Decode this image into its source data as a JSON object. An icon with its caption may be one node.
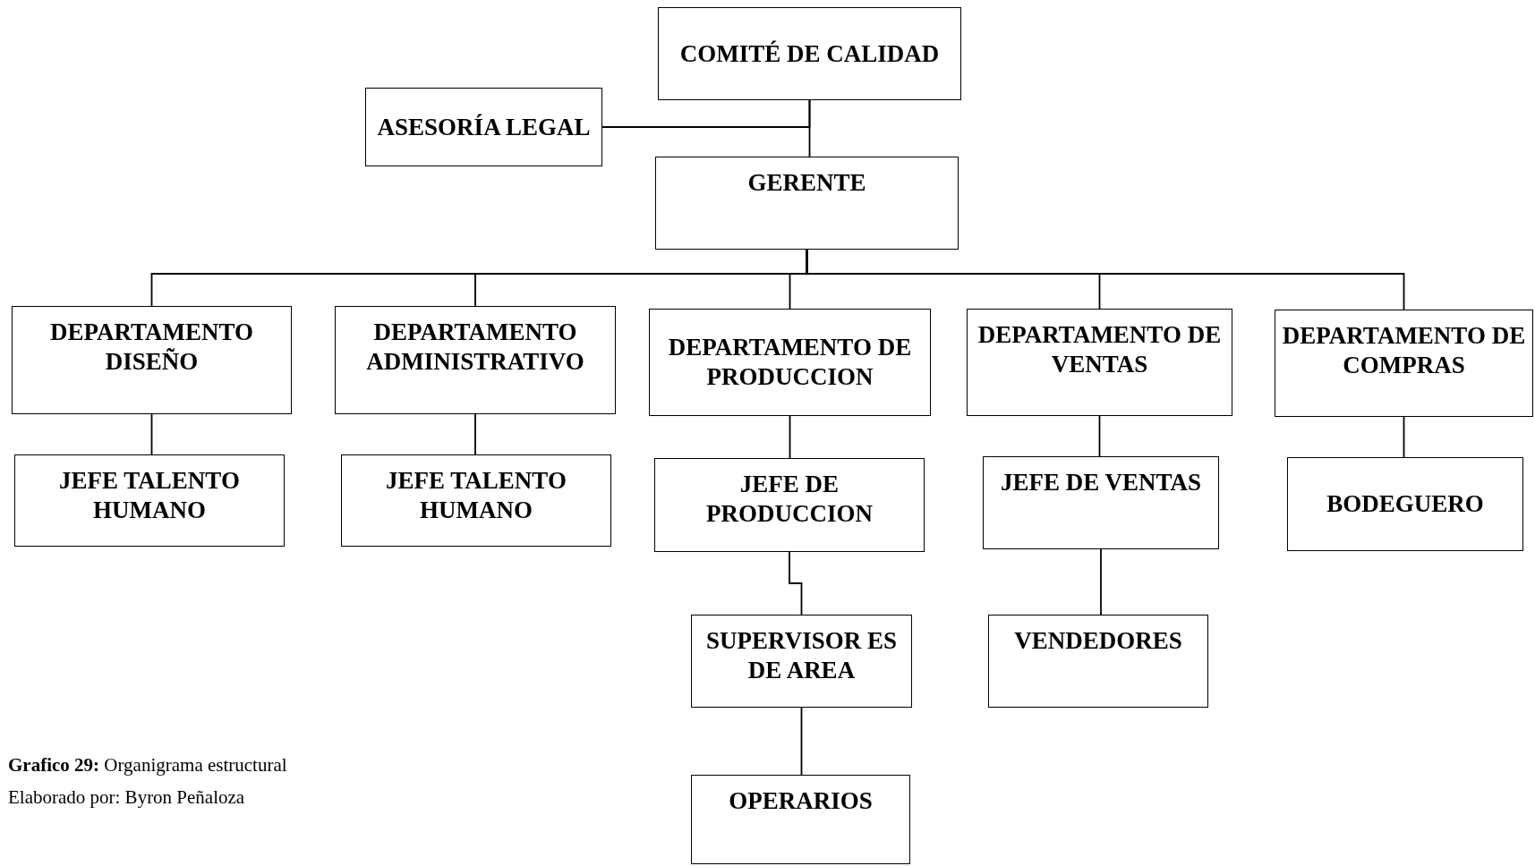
{
  "diagram": {
    "caption": "**Grafico 29:** Organigrama estructural",
    "nodes": [
      {
        "text": [
          "COMITÉ DE CALIDAD"
        ]
      },
      {
        "text": [
          "ASESORÍA LEGAL"
        ]
      },
      {
        "text": [
          "GERENTE"
        ]
      },
      {
        "text": [
          "DEPARTAMENTO DISEÑO"
        ]
      },
      {
        "text": [
          "DEPARTAMENTO ADMINISTRATIVO"
        ]
      },
      {
        "text": [
          "DEPARTAMENTO DE PRODUCCION"
        ]
      },
      {
        "text": [
          "DEPARTAMENTO DE VENTAS"
        ]
      },
      {
        "text": [
          "DEPARTAMENTO DE COMPRAS"
        ]
      },
      {
        "text": [
          "JEFE TALENTO HUMANO"
        ]
      },
      {
        "text": [
          "JEFE TALENTO HUMANO"
        ]
      },
      {
        "text": [
          "JEFE DE PRODUCCION"
        ]
      },
      {
        "text": [
          "JEFE DE VENTAS"
        ]
      },
      {
        "text": [
          "BODEGUERO"
        ]
      },
      {
        "text": [
          "SUPERVISOR ES DE AREA"
        ]
      },
      {
        "text": [
          "VENDEDORES"
        ]
      },
      {
        "text": [
          "OPERARIOS"
        ]
      }
    ],
    "edges": [
      {
        "from": 0,
        "to": 2,
        "arrow": "none"
      },
      {
        "from": 0,
        "to": 1,
        "arrow": "none"
      },
      {
        "from": 2,
        "to": 3,
        "arrow": "none"
      },
      {
        "from": 2,
        "to": 4,
        "arrow": "none"
      },
      {
        "from": 2,
        "to": 5,
        "arrow": "none"
      },
      {
        "from": 2,
        "to": 6,
        "arrow": "none"
      },
      {
        "from": 2,
        "to": 7,
        "arrow": "none"
      },
      {
        "from": 3,
        "to": 8,
        "arrow": "none"
      },
      {
        "from": 4,
        "to": 9,
        "arrow": "none"
      },
      {
        "from": 5,
        "to": 10,
        "arrow": "none"
      },
      {
        "from": 10,
        "to": 13,
        "arrow": "none"
      },
      {
        "from": 13,
        "to": 15,
        "arrow": "none"
      },
      {
        "from": 6,
        "to": 11,
        "arrow": "none"
      },
      {
        "from": 11,
        "to": 14,
        "arrow": "none"
      },
      {
        "from": 7,
        "to": 12,
        "arrow": "none"
      }
    ],
    "labels": [
      "Elaborado por: Byron Peñaloza"
    ]
  }
}
